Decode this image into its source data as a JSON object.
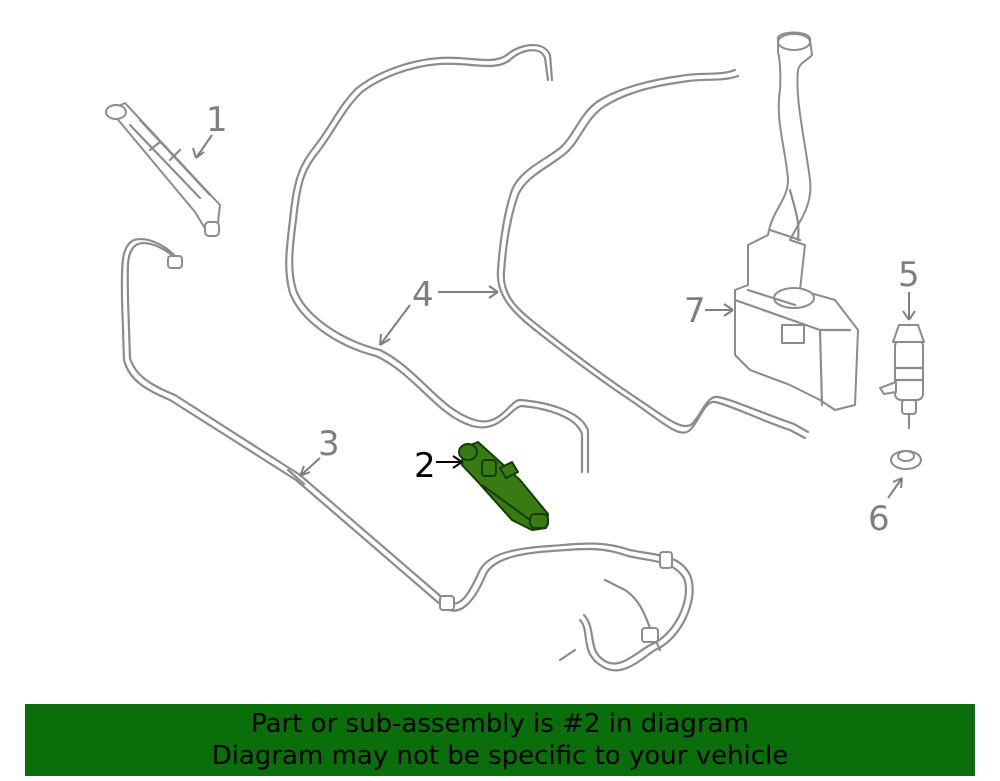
{
  "callouts": {
    "c1": "1",
    "c2": "2",
    "c3": "3",
    "c4": "4",
    "c5": "5",
    "c6": "6",
    "c7": "7"
  },
  "colors": {
    "highlight_part": "#3a7a12",
    "banner_bg": "#0a6e0a",
    "line_gray": "#8c8c8c"
  },
  "banner": {
    "line1": "Part or sub-assembly is #2 in diagram",
    "line2": "Diagram may not be specific to your vehicle"
  }
}
